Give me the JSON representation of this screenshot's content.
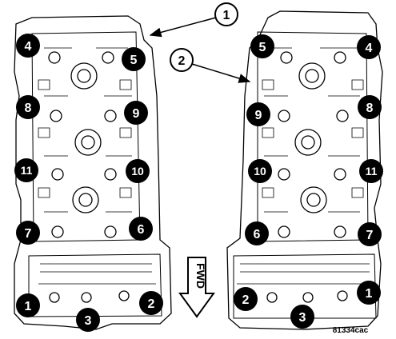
{
  "callouts": [
    "1",
    "2"
  ],
  "direction_label": "FWD",
  "figure_id": "81334cac",
  "left_head": {
    "bolts": [
      "1",
      "2",
      "3",
      "4",
      "5",
      "6",
      "7",
      "8",
      "9",
      "10",
      "11"
    ]
  },
  "right_head": {
    "bolts": [
      "1",
      "2",
      "3",
      "4",
      "5",
      "6",
      "7",
      "8",
      "9",
      "10",
      "11"
    ]
  },
  "colors": {
    "line": "#000000",
    "badge": "#000000",
    "badge_text": "#ffffff",
    "background": "#ffffff"
  },
  "icons": [
    "fwd-arrow-icon",
    "leader-arrow-icon",
    "bolt-hole-icon"
  ]
}
